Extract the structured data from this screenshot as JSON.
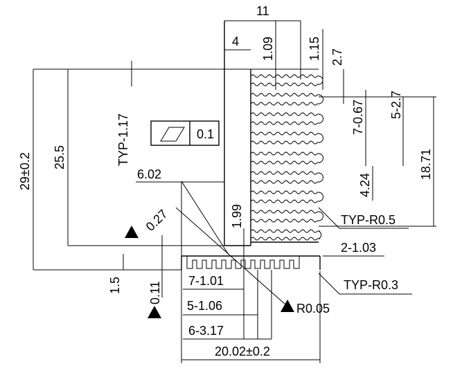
{
  "drawing": {
    "dims": {
      "width_top": "11",
      "fin_offset": "4",
      "fin_thk_top": "1.09",
      "gap_top": "1.15",
      "pitch_top": "2.7",
      "pitch_count": "5-2.7",
      "fin_thk_mid": "7-0.67",
      "fin_height": "18.71",
      "fin_gap": "4.24",
      "typ_thk": "TYP-1.17",
      "height_total": "29±0.2",
      "height_inner": "25.5",
      "arm_width": "6.02",
      "chamfer": "0.27",
      "base_step": "1.99",
      "base_thk": "1.5",
      "small_thk": "0.11",
      "typ_r05": "TYP-R0.5",
      "base_fin_count": "2-1.03",
      "typ_r03": "TYP-R0.3",
      "base_fin_a": "7-1.01",
      "base_fin_b": "5-1.06",
      "base_pitch": "6-3.17",
      "radius_005": "R0.05",
      "width_total": "20.02±0.2"
    },
    "tolerance_frame": {
      "symbol": "parallelogram-flatness",
      "value": "0.1"
    }
  }
}
